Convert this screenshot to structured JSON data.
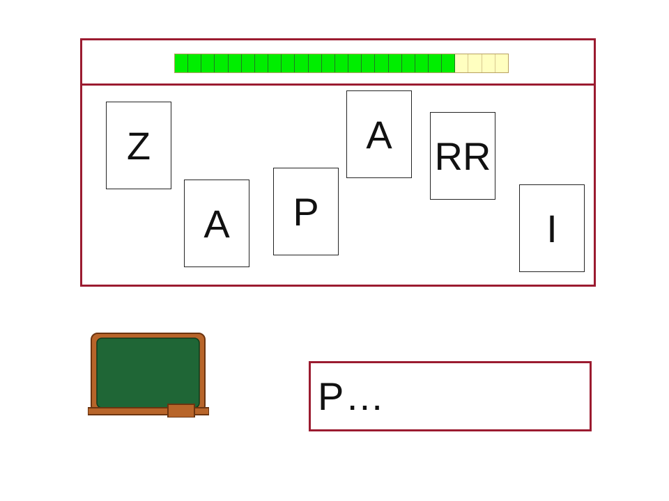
{
  "timer": {
    "total_segments": 25,
    "filled_segments": 21,
    "filled_color": "#00ee00",
    "empty_color": "#ffffc0"
  },
  "cards": [
    {
      "letter": "Z"
    },
    {
      "letter": "A"
    },
    {
      "letter": "P"
    },
    {
      "letter": "A"
    },
    {
      "letter": "RR"
    },
    {
      "letter": "I"
    }
  ],
  "answer": {
    "text": "P…"
  },
  "colors": {
    "frame": "#9b1b30",
    "board_green": "#1f6636",
    "board_wood": "#b8652a"
  },
  "icons": {
    "board": "chalkboard-icon"
  }
}
